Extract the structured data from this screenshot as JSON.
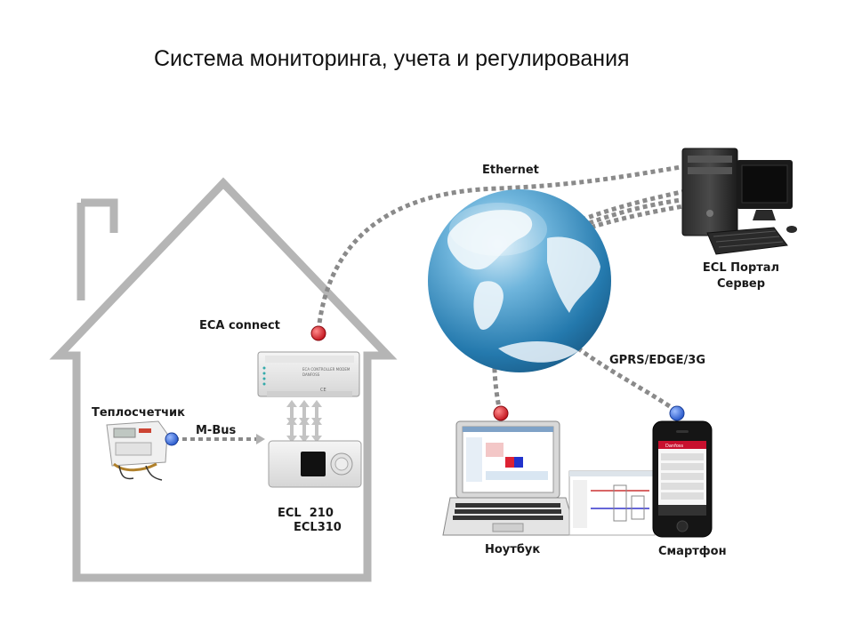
{
  "title": "Система мониторинга, учета и регулирования",
  "labels": {
    "ethernet": "Ethernet",
    "ecl_portal_line1": "ECL Портал",
    "ecl_portal_line2": "Сервер",
    "eca_connect": "ECA connect",
    "gprs": "GPRS/EDGE/3G",
    "heat_meter": "Теплосчетчик",
    "mbus": "M-Bus",
    "ecl_line1": "ECL  210",
    "ecl_line2": "ECL310",
    "laptop": "Ноутбук",
    "smartphone": "Смартфон"
  },
  "colors": {
    "dash": "#8a8a8a",
    "house": "#b5b5b5",
    "red_node": "#e0141e",
    "blue_node": "#3f73e8",
    "globe_sea": "#2f8fc4",
    "globe_land": "#eef6fb"
  },
  "device_text": {
    "eca_panel_line1": "ECA CONTROLLER MODEM",
    "eca_panel_line2": "DANFOSS",
    "eca_ce": "CE",
    "phone_brand": "Danfoss"
  }
}
